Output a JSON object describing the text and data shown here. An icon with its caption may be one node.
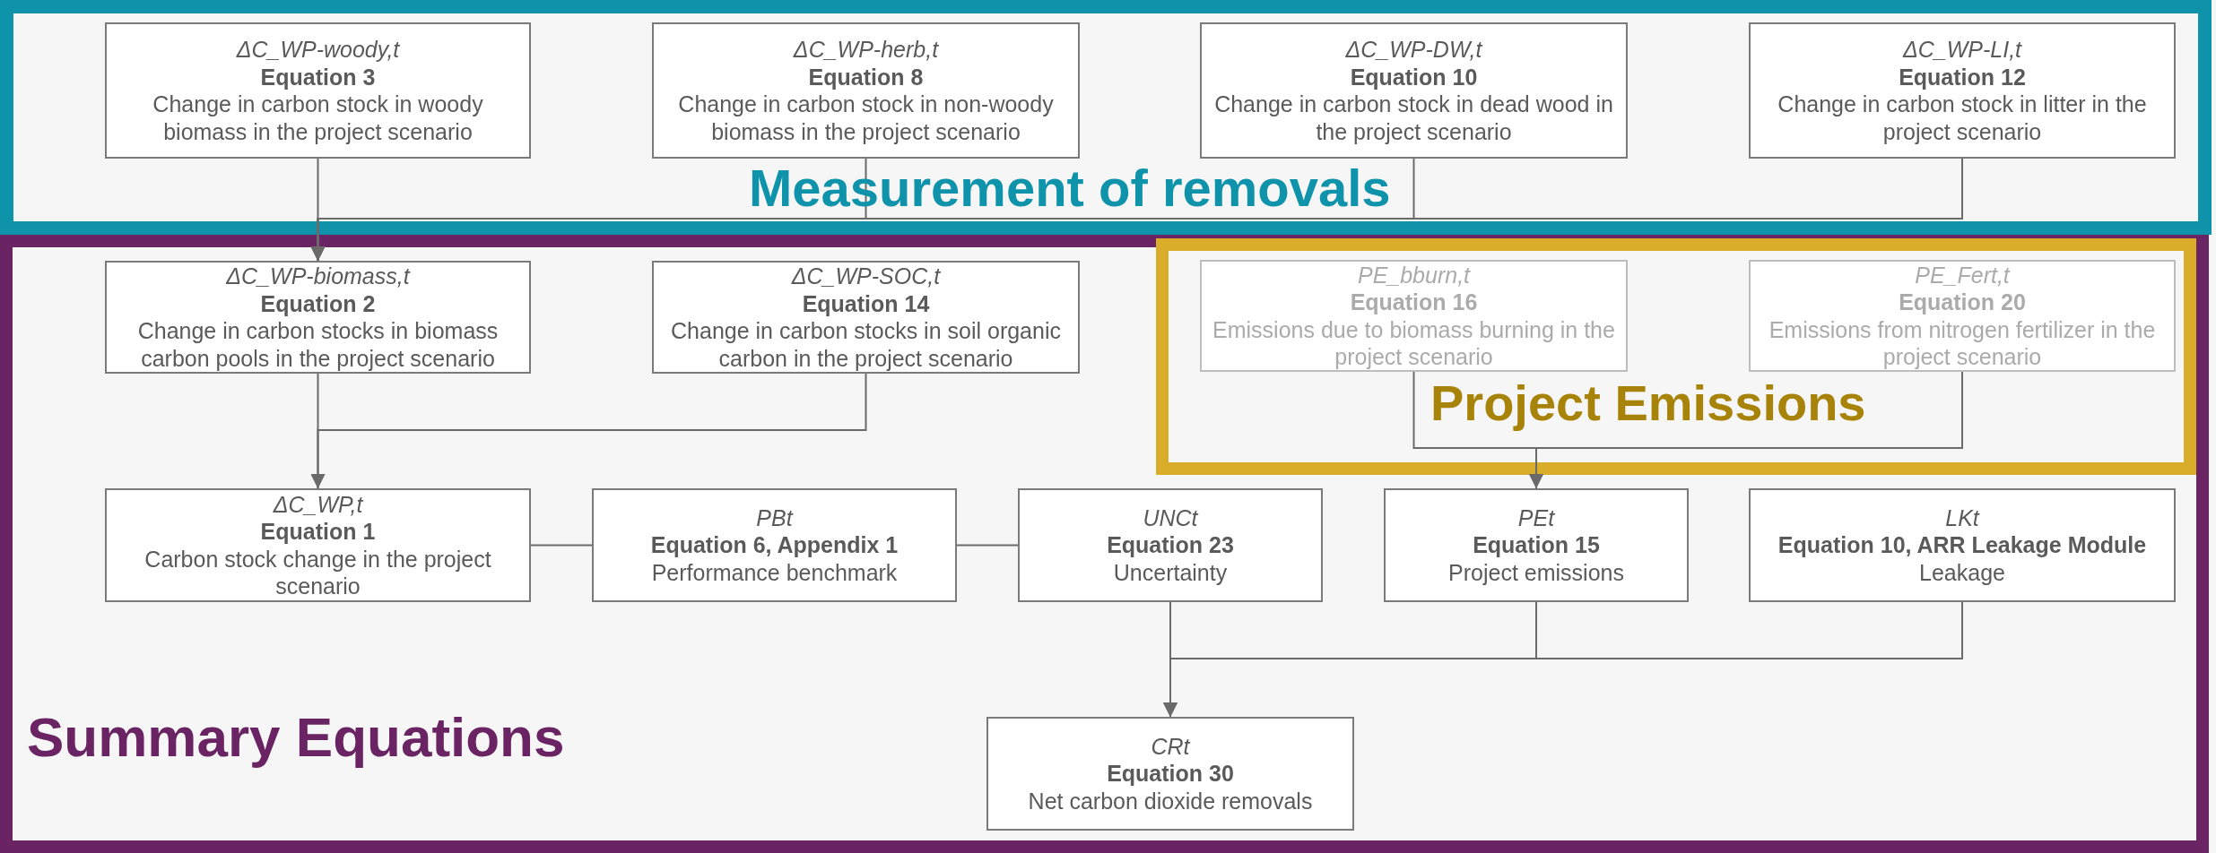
{
  "diagram": {
    "nodes": [
      {
        "text": [
          "Measurement of removals"
        ]
      },
      {
        "text": [
          "ΔC_WP-woody,t",
          "Equation 3",
          "Change in carbon stock in woody biomass in the project scenario"
        ],
        "in": 0
      },
      {
        "text": [
          "ΔC_WP-herb,t",
          "Equation 8",
          "Change in carbon stock in non-woody biomass in the project scenario"
        ],
        "in": 0
      },
      {
        "text": [
          "ΔC_WP-DW,t",
          "Equation 10",
          "Change in carbon stock in dead wood in the project scenario"
        ],
        "in": 0
      },
      {
        "text": [
          "ΔC_WP-LI,t",
          "Equation 12",
          "Change in carbon stock in litter in the project scenario"
        ],
        "in": 0
      },
      {
        "text": [
          "Summary Equations"
        ]
      },
      {
        "text": [
          "ΔC_WP-biomass,t",
          "Equation 2",
          "Change in carbon stocks in biomass carbon pools in the project scenario"
        ],
        "in": 5
      },
      {
        "text": [
          "ΔC_WP-SOC,t",
          "Equation 14",
          "Change in carbon stocks in soil organic carbon in the project scenario"
        ],
        "in": 5
      },
      {
        "text": [
          "Project Emissions"
        ],
        "in": 5
      },
      {
        "text": [
          "PE_bburn,t",
          "Equation 16",
          "Emissions due to biomass burning in the project scenario"
        ],
        "in": 8
      },
      {
        "text": [
          "PE_Fert,t",
          "Equation 20",
          "Emissions from nitrogen fertilizer in the project scenario"
        ],
        "in": 8
      },
      {
        "text": [
          "ΔC_WP,t",
          "Equation 1",
          "Carbon stock change in the project scenario"
        ],
        "in": 5
      },
      {
        "text": [
          "PBt",
          "Equation 6,  Appendix 1",
          "Performance benchmark"
        ],
        "in": 5
      },
      {
        "text": [
          "UNCt",
          "Equation 23",
          "Uncertainty"
        ],
        "in": 5
      },
      {
        "text": [
          "PEt",
          "Equation 15",
          "Project emissions"
        ],
        "in": 5
      },
      {
        "text": [
          "LKt",
          "Equation 10, ARR Leakage Module",
          "Leakage"
        ],
        "in": 5
      },
      {
        "text": [
          "CRt",
          "Equation 30",
          "Net carbon dioxide removals"
        ],
        "in": 5
      }
    ],
    "edges": [
      {
        "from": 1,
        "to": 6,
        "arrow": "to"
      },
      {
        "from": 2,
        "to": 6,
        "arrow": "to"
      },
      {
        "from": 3,
        "to": 6,
        "arrow": "to"
      },
      {
        "from": 4,
        "to": 6,
        "arrow": "to"
      },
      {
        "from": 6,
        "to": 11,
        "arrow": "to"
      },
      {
        "from": 7,
        "to": 11,
        "arrow": "to"
      },
      {
        "from": 9,
        "to": 14,
        "arrow": "to"
      },
      {
        "from": 10,
        "to": 14,
        "arrow": "to"
      },
      {
        "from": 11,
        "to": 12,
        "arrow": "none"
      },
      {
        "from": 12,
        "to": 13,
        "arrow": "none"
      },
      {
        "from": 13,
        "to": 16,
        "arrow": "to"
      },
      {
        "from": 14,
        "to": 16,
        "arrow": "to"
      },
      {
        "from": 15,
        "to": 16,
        "arrow": "to"
      }
    ]
  }
}
